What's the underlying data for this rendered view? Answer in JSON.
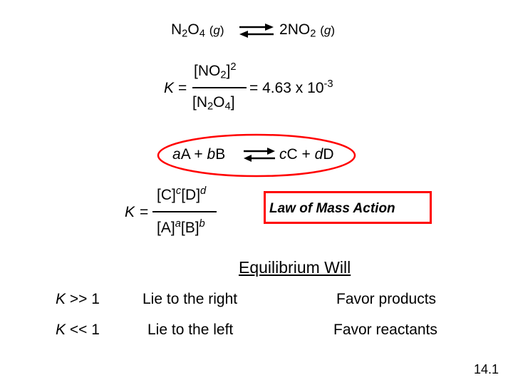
{
  "reaction1": {
    "reactant_base": "N",
    "reactant_sub1": "2",
    "reactant_mid": "O",
    "reactant_sub2": "4",
    "reactant_state": "g",
    "product_coef": "2",
    "product_base": "NO",
    "product_sub": "2",
    "product_state": "g"
  },
  "kexpr1": {
    "symbol": "K",
    "equals": "=",
    "num_open": "[NO",
    "num_sub": "2",
    "num_close": "]",
    "num_exp": "2",
    "den_open": "[N",
    "den_sub1": "2",
    "den_mid": "O",
    "den_sub2": "4",
    "den_close": "]",
    "value_text": "= 4.63 x 10",
    "value_exp": "-3"
  },
  "reaction2": {
    "coef_a": "a",
    "species_a": "A",
    "plus1": "+",
    "coef_b": "b",
    "species_b": "B",
    "coef_c": "c",
    "species_c": "C",
    "plus2": "+",
    "coef_d": "d",
    "species_d": "D",
    "ring_color": "#ff0000"
  },
  "kexpr2": {
    "symbol": "K",
    "equals": "=",
    "num_c": "[C]",
    "num_c_exp": "c",
    "num_d": "[D]",
    "num_d_exp": "d",
    "den_a": "[A]",
    "den_a_exp": "a",
    "den_b": "[B]",
    "den_b_exp": "b"
  },
  "law_box": {
    "label": "Law of Mass Action",
    "border_color": "#ff0000"
  },
  "table": {
    "heading": "Equilibrium Will",
    "rows": [
      {
        "k_symbol": "K",
        "relation": ">> 1",
        "lie": "Lie to the right",
        "favor": "Favor products"
      },
      {
        "k_symbol": "K",
        "relation": "<< 1",
        "lie": "Lie to the left",
        "favor": "Favor reactants"
      }
    ]
  },
  "page_number": "14.1"
}
